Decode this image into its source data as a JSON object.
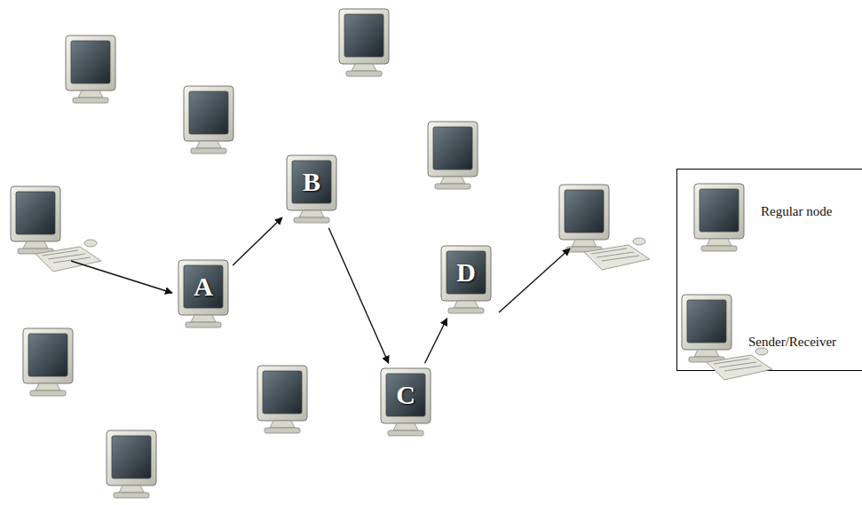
{
  "diagram": {
    "nodes": [
      {
        "text": [
          "A"
        ]
      },
      {
        "text": [
          "B"
        ]
      },
      {
        "text": [
          "C"
        ]
      },
      {
        "text": [
          "D"
        ]
      }
    ],
    "edges": [
      {
        "from": 0,
        "to": 1,
        "arrow": "to"
      },
      {
        "from": 1,
        "to": 2,
        "arrow": "to"
      },
      {
        "from": 2,
        "to": 3,
        "arrow": "to"
      }
    ],
    "legend": [
      {
        "text": "Regular node"
      },
      {
        "text": "Sender/Receiver"
      }
    ]
  }
}
